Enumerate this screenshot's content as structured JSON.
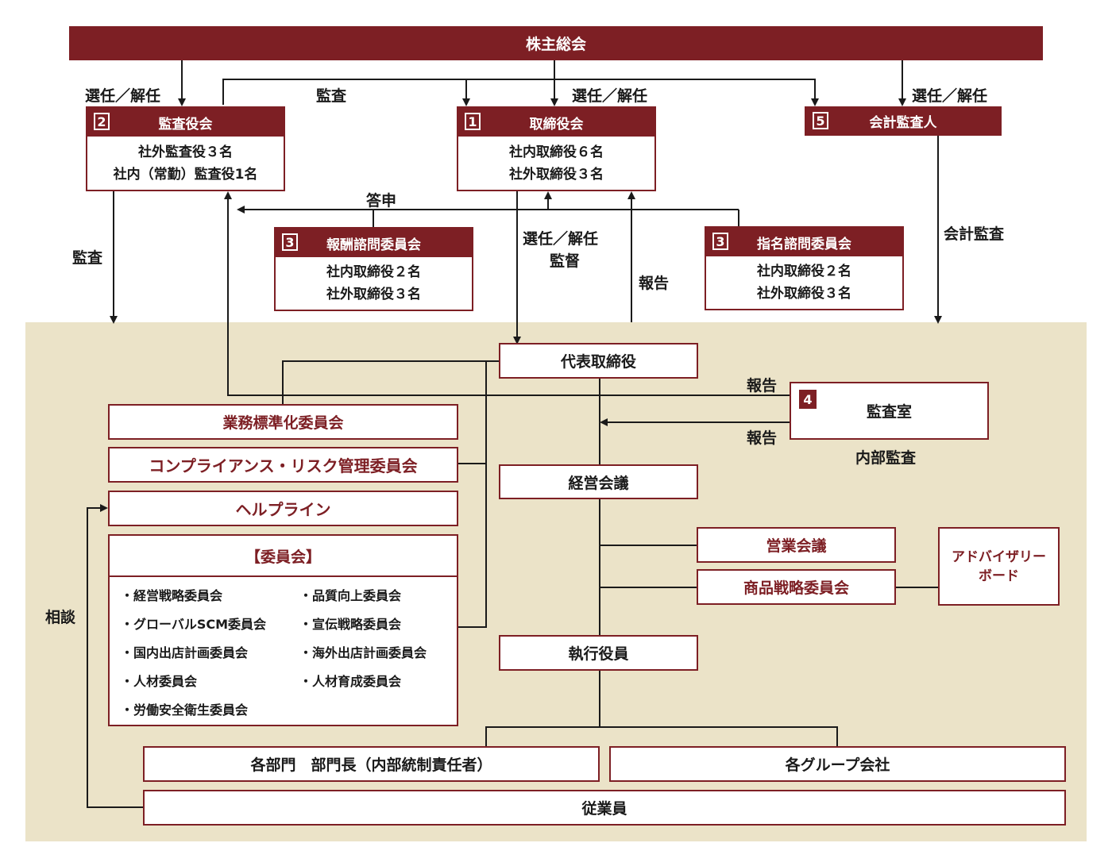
{
  "shareholders": "株主総会",
  "labels": {
    "elect_left": "選任／解任",
    "audit_top": "監査",
    "elect_mid": "選任／解任",
    "elect_right": "選任／解任",
    "report_answer": "答申",
    "audit_left": "監査",
    "elect_supervise_1": "選任／解任",
    "elect_supervise_2": "監督",
    "report_mid": "報告",
    "accounting_audit": "会計監査",
    "report_upper": "報告",
    "report_lower": "報告",
    "internal_audit": "内部監査",
    "consultation": "相談"
  },
  "audit_board": {
    "num": "2",
    "title": "監査役会",
    "line1": "社外監査役３名",
    "line2": "社内（常勤）監査役1名"
  },
  "board": {
    "num": "1",
    "title": "取締役会",
    "line1": "社内取締役６名",
    "line2": "社外取締役３名"
  },
  "auditor": {
    "num": "5",
    "title": "会計監査人"
  },
  "comp_committee": {
    "num": "3",
    "title": "報酬諮問委員会",
    "line1": "社内取締役２名",
    "line2": "社外取締役３名"
  },
  "nom_committee": {
    "num": "3",
    "title": "指名諮問委員会",
    "line1": "社内取締役２名",
    "line2": "社外取締役３名"
  },
  "ceo": "代表取締役",
  "audit_office": {
    "num": "4",
    "title": "監査室"
  },
  "std_committee": "業務標準化委員会",
  "compliance_committee": "コンプライアンス・リスク管理委員会",
  "helpline": "ヘルプライン",
  "committees": {
    "title": "【委員会】",
    "items": [
      "・経営戦略委員会",
      "・品質向上委員会",
      "・グローバルSCM委員会",
      "・宣伝戦略委員会",
      "・国内出店計画委員会",
      "・海外出店計画委員会",
      "・人材委員会",
      "・人材育成委員会",
      "・労働安全衛生委員会"
    ]
  },
  "management_meeting": "経営会議",
  "sales_meeting": "営業会議",
  "product_committee": "商品戦略委員会",
  "advisory_board": {
    "line1": "アドバイザリー",
    "line2": "ボード"
  },
  "executive_officers": "執行役員",
  "departments": "各部門　部門長（内部統制責任者）",
  "group_companies": "各グループ会社",
  "employees": "従業員",
  "colors": {
    "accent": "#7d1f24",
    "background": "#ebe3c8"
  }
}
